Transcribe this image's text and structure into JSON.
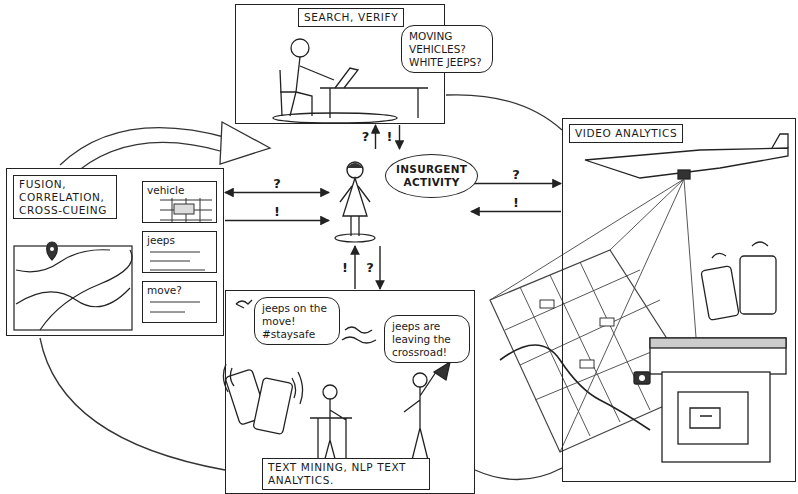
{
  "diagram": {
    "nodes": [
      {
        "text": [
          "SEARCH, VERIFY"
        ]
      },
      {
        "text": [
          "MOVING VEHICLES? WHITE JEEPS?"
        ],
        "in": 0
      },
      {
        "text": [
          "INSURGENT ACTIVITY"
        ]
      },
      {
        "text": [
          "FUSION, CORRELATION, CROSS-CUEING"
        ]
      },
      {
        "text": [
          "vehicle"
        ],
        "in": 3
      },
      {
        "text": [
          "jeeps"
        ],
        "in": 3
      },
      {
        "text": [
          "move?"
        ],
        "in": 3
      },
      {
        "text": [
          "TEXT MINING, NLP TEXT ANALYTICS."
        ]
      },
      {
        "text": [
          "jeeps on the move! #staysafe"
        ],
        "in": 7
      },
      {
        "text": [
          "jeeps are leaving the crossroad!"
        ],
        "in": 7
      },
      {
        "text": [
          "VIDEO ANALYTICS"
        ]
      }
    ],
    "edges": [
      {
        "from": 2,
        "to": 0,
        "label": "?",
        "arrow": "to"
      },
      {
        "from": 0,
        "to": 2,
        "label": "!",
        "arrow": "to"
      },
      {
        "from": 2,
        "to": 3,
        "label": "?",
        "arrow": "both"
      },
      {
        "from": 3,
        "to": 2,
        "label": "!",
        "arrow": "to"
      },
      {
        "from": 2,
        "to": 10,
        "label": "?",
        "arrow": "to"
      },
      {
        "from": 10,
        "to": 2,
        "label": "!",
        "arrow": "to"
      },
      {
        "from": 7,
        "to": 2,
        "label": "!",
        "arrow": "to"
      },
      {
        "from": 2,
        "to": 7,
        "label": "?",
        "arrow": "to"
      }
    ]
  }
}
